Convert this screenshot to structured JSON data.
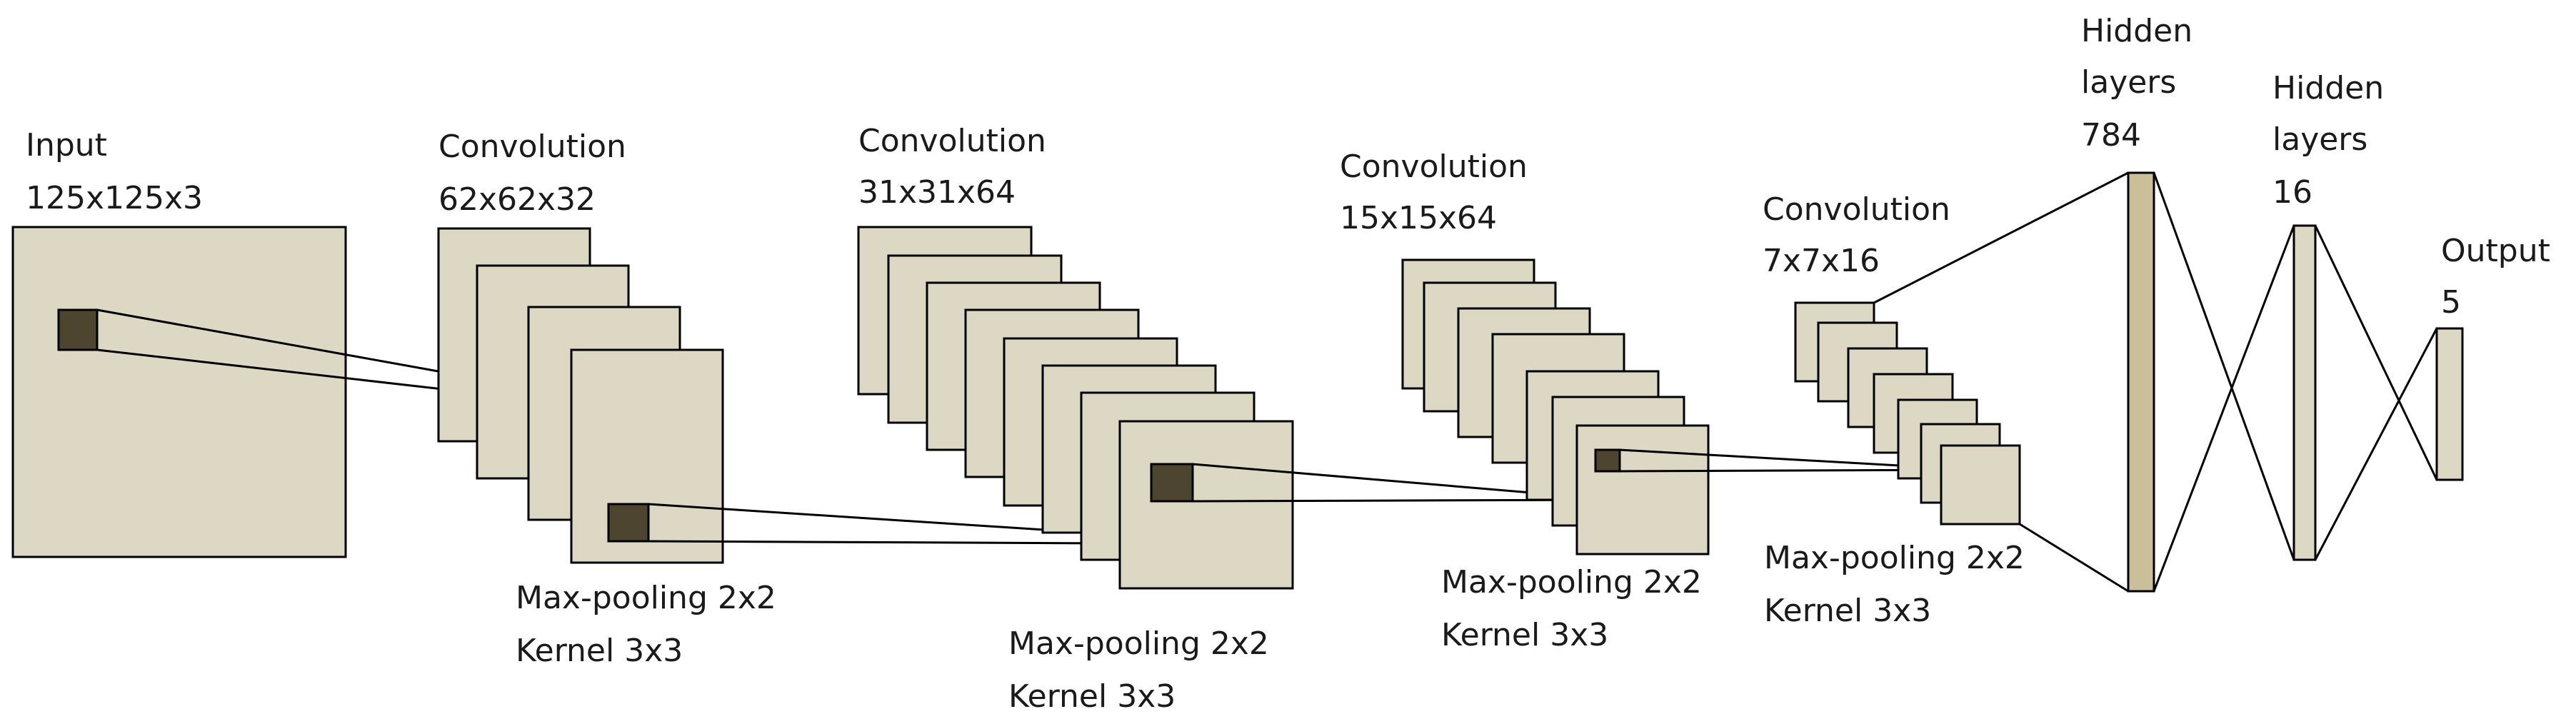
{
  "colors": {
    "block_fill": "#ddd8c4",
    "kernel_fill": "#4e4530",
    "layer_784_fill": "#cbbf9a",
    "stroke": "#000000",
    "text": "#1a1a1a"
  },
  "stages": {
    "input": {
      "name": "Input",
      "dims": "125x125x3"
    },
    "conv1": {
      "name": "Convolution",
      "dims": "62x62x32"
    },
    "conv2": {
      "name": "Convolution",
      "dims": "31x31x64"
    },
    "conv3": {
      "name": "Convolution",
      "dims": "15x15x64"
    },
    "conv4": {
      "name": "Convolution",
      "dims": "7x7x16"
    },
    "hidden1": {
      "name_line1": "Hidden",
      "name_line2": "layers",
      "units": "784"
    },
    "hidden2": {
      "name_line1": "Hidden",
      "name_line2": "layers",
      "units": "16"
    },
    "output": {
      "name": "Output",
      "units": "5"
    }
  },
  "operations": {
    "op1": {
      "pool": "Max-pooling 2x2",
      "kernel": "Kernel 3x3"
    },
    "op2": {
      "pool": "Max-pooling 2x2",
      "kernel": "Kernel 3x3"
    },
    "op3": {
      "pool": "Max-pooling 2x2",
      "kernel": "Kernel 3x3"
    },
    "op4": {
      "pool": "Max-pooling 2x2",
      "kernel": "Kernel 3x3"
    }
  }
}
